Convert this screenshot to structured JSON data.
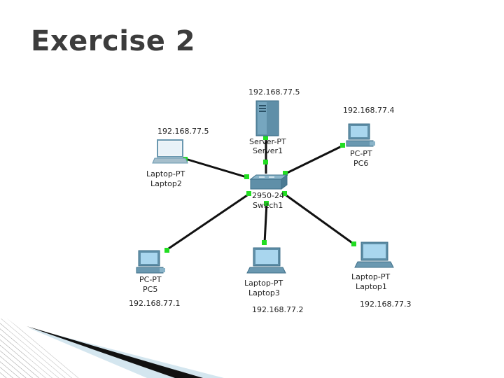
{
  "title": "Exercise 2",
  "devices": {
    "server1": {
      "type": "Server-PT",
      "name": "Server1",
      "ip": "192.168.77.5",
      "icon": "server-icon"
    },
    "pc6": {
      "type": "PC-PT",
      "name": "PC6",
      "ip": "192.168.77.4",
      "icon": "desktop-pc-icon"
    },
    "laptop2": {
      "type": "Laptop-PT",
      "name": "Laptop2",
      "ip": "192.168.77.5",
      "icon": "laptop-icon"
    },
    "switch1": {
      "type": "2950-24",
      "name": "Switch1",
      "icon": "switch-icon"
    },
    "pc5": {
      "type": "PC-PT",
      "name": "PC5",
      "ip": "192.168.77.1",
      "icon": "desktop-pc-icon"
    },
    "laptop3": {
      "type": "Laptop-PT",
      "name": "Laptop3",
      "ip": "192.168.77.2",
      "icon": "laptop-icon"
    },
    "laptop1": {
      "type": "Laptop-PT",
      "name": "Laptop1",
      "ip": "192.168.77.3",
      "icon": "laptop-icon"
    }
  },
  "links": [
    {
      "from": "switch1",
      "to": "server1"
    },
    {
      "from": "switch1",
      "to": "pc6"
    },
    {
      "from": "switch1",
      "to": "laptop2"
    },
    {
      "from": "switch1",
      "to": "pc5"
    },
    {
      "from": "switch1",
      "to": "laptop3"
    },
    {
      "from": "switch1",
      "to": "laptop1"
    }
  ],
  "colors": {
    "link": "#111111",
    "port_up": "#22dd22",
    "device": "#5f8fa8",
    "device_dark": "#3e6f88",
    "screen": "#a9d6ee",
    "title": "#3c3c3c"
  }
}
